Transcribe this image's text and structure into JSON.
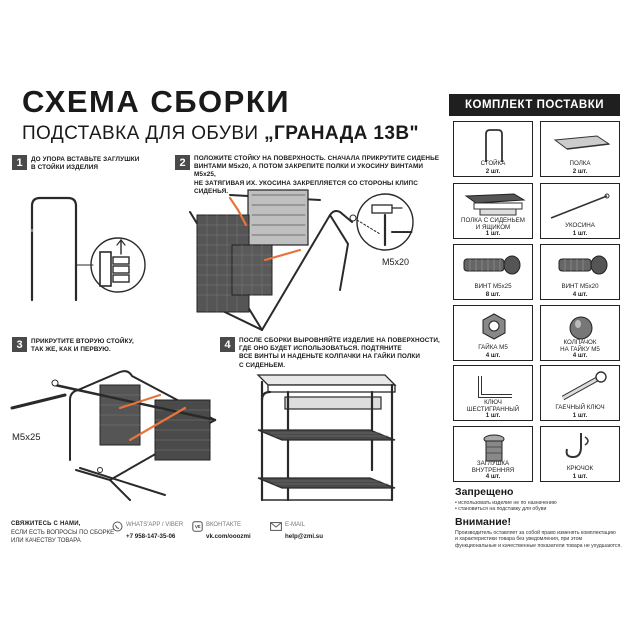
{
  "header": {
    "title": "СХЕМА СБОРКИ",
    "subtitle_prefix": "ПОДСТАВКА ДЛЯ ОБУВИ ",
    "subtitle_model": "„ГРАНАДА 13В\""
  },
  "steps": [
    {
      "num": "1",
      "text": "ДО УПОРА ВСТАВЬТЕ ЗАГЛУШКИ\nВ СТОЙКИ ИЗДЕЛИЯ"
    },
    {
      "num": "2",
      "text": "ПОЛОЖИТЕ СТОЙКУ НА ПОВЕРХНОСТЬ. СНАЧАЛА ПРИКРУТИТЕ СИДЕНЬЕ\nВИНТАМИ М5х20, А ПОТОМ ЗАКРЕПИТЕ ПОЛКИ И УКОСИНУ ВИНТАМИ М5х25,\nНЕ ЗАТЯГИВАЯ ИХ. УКОСИНА ЗАКРЕПЛЯЕТСЯ СО СТОРОНЫ КЛИПС СИДЕНЬЯ."
    },
    {
      "num": "3",
      "text": "ПРИКРУТИТЕ ВТОРУЮ СТОЙКУ,\nТАК ЖЕ, КАК И ПЕРВУЮ."
    },
    {
      "num": "4",
      "text": "ПОСЛЕ СБОРКИ ВЫРОВНЯЙТЕ ИЗДЕЛИЕ НА ПОВЕРХНОСТИ,\nГДЕ ОНО БУДЕТ ИСПОЛЬЗОВАТЬСЯ. ПОДТЯНИТЕ\nВСЕ ВИНТЫ И НАДЕНЬТЕ КОЛПАЧКИ НА ГАЙКИ ПОЛКИ\nС СИДЕНЬЕМ."
    }
  ],
  "labels": {
    "screw_m5x20": "M5x20",
    "screw_m5x25": "M5x25"
  },
  "kit": {
    "title": "КОМПЛЕКТ ПОСТАВКИ",
    "items": [
      {
        "name": "СТОЙКА",
        "qty": "2 шт.",
        "icon": "post-icon"
      },
      {
        "name": "ПОЛКА",
        "qty": "2 шт.",
        "icon": "shelf-icon"
      },
      {
        "name": "ПОЛКА С СИДЕНЬЕМ\nИ ЯЩИКОМ",
        "qty": "1 шт.",
        "icon": "seat-shelf-icon"
      },
      {
        "name": "УКОСИНА",
        "qty": "1 шт.",
        "icon": "brace-icon"
      },
      {
        "name": "ВИНТ М5х25",
        "qty": "8 шт.",
        "icon": "screw-long-icon"
      },
      {
        "name": "ВИНТ М5х20",
        "qty": "4 шт.",
        "icon": "screw-short-icon"
      },
      {
        "name": "ГАЙКА М5",
        "qty": "4 шт.",
        "icon": "nut-icon"
      },
      {
        "name": "КОЛПАЧОК\nНА ГАЙКУ М5",
        "qty": "4 шт.",
        "icon": "nut-cap-icon"
      },
      {
        "name": "КЛЮЧ\nШЕСТИГРАННЫЙ",
        "qty": "1 шт.",
        "icon": "hex-key-icon"
      },
      {
        "name": "ГАЕЧНЫЙ КЛЮЧ",
        "qty": "1 шт.",
        "icon": "wrench-icon"
      },
      {
        "name": "ЗАГЛУШКА\nВНУТРЕННЯЯ",
        "qty": "4 шт.",
        "icon": "end-plug-icon"
      },
      {
        "name": "КРЮЧОК",
        "qty": "1 шт.",
        "icon": "hook-icon"
      }
    ]
  },
  "forbidden": {
    "title": "Запрещено",
    "lines": [
      "• использовать изделие не по назначению",
      "• становиться на подставку для обуви"
    ]
  },
  "attention": {
    "title": "Внимание!",
    "text": "Производитель оставляет за собой право изменять комплектацию\nи характеристики товара без уведомления, при этом\nфункциональные и качественные показатели товара не ухудшаются."
  },
  "footer": {
    "contact_title": "СВЯЖИТЕСЬ С НАМИ,",
    "contact_text": "ЕСЛИ ЕСТЬ ВОПРОСЫ ПО СБОРКЕ\nИЛИ КАЧЕСТВУ ТОВАРА",
    "whatsapp_label": "WHATS'APP / VIBER",
    "whatsapp_value": "+7 958-147-35-06",
    "vk_label": "ВКОНТАКТЕ",
    "vk_value": "vk.com/ooozmi",
    "email_label": "E-MAIL",
    "email_value": "help@zmi.su"
  },
  "colors": {
    "accent_orange": "#e8743b",
    "dark": "#1f1f1f",
    "mesh": "#3a3a3a"
  }
}
